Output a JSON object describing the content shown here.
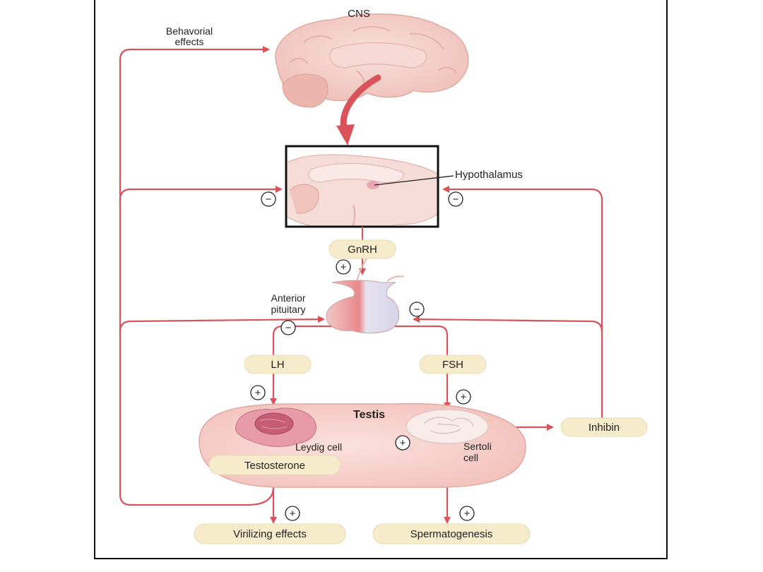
{
  "diagram": {
    "cns_label": "CNS",
    "behavioral_line1": "Behavorial",
    "behavioral_line2": "effects",
    "hypothalamus_label": "Hypothalamus",
    "gnrh": "GnRH",
    "anterior_line1": "Anterior",
    "anterior_line2": "pituitary",
    "lh": "LH",
    "fsh": "FSH",
    "testis": "Testis",
    "leydig_cell": "Leydig cell",
    "sertoli_line1": "Sertoli",
    "sertoli_line2": "cell",
    "testosterone": "Testosterone",
    "inhibin": "Inhibin",
    "virilizing": "Virilizing effects",
    "spermatogenesis": "Spermatogenesis",
    "sign_plus": "+",
    "sign_minus": "−"
  },
  "colors": {
    "arrow": "#d9535b",
    "pill": "#f6eccb",
    "testis_fill": "#f7cfca",
    "brain": "#f1cdc6"
  }
}
